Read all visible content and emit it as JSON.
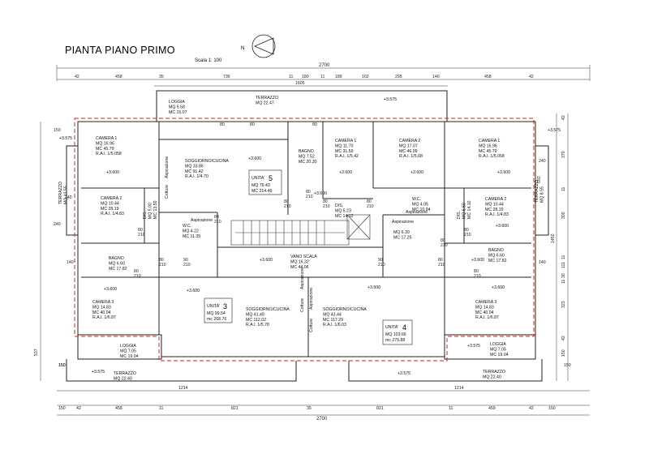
{
  "header": {
    "title": "PIANTA PIANO PRIMO",
    "scale": "Scala 1: 100",
    "north": "N"
  },
  "dimensions": {
    "top_total": "2700",
    "top_row": [
      "42",
      "458",
      "35",
      "736",
      "11",
      "180",
      "11",
      "189",
      "102",
      "295",
      "140",
      "458",
      "42"
    ],
    "top_sub": "1605",
    "left_col": [
      "150",
      "537",
      "150"
    ],
    "right_col": [
      "42",
      "370",
      "11",
      "300",
      "11",
      "111",
      "30",
      "11",
      "323",
      "42",
      "150"
    ],
    "right_total": "1450",
    "bottom_row1": [
      "150",
      "1214",
      "1214",
      "150"
    ],
    "bottom_row2": [
      "150",
      "42",
      "458",
      "11",
      "821",
      "35",
      "821",
      "11",
      "459",
      "42",
      "150"
    ],
    "bottom_total": "2700",
    "right_mid": "692",
    "left_mid": "240"
  },
  "units": [
    {
      "label": "UNITA'",
      "num": "5",
      "mq": "MQ 79.43",
      "mc": "MC 214.46"
    },
    {
      "label": "UNITA'",
      "num": "3",
      "mq": "MQ 99.54",
      "mc": "mc 268.76"
    },
    {
      "label": "UNITA'",
      "num": "4",
      "mq": "MQ 103.66",
      "mc": "mc 279.88"
    }
  ],
  "rooms": [
    {
      "id": "loggia-top",
      "lines": [
        "LOGGIA",
        "MQ 5.58",
        "MC 15.07"
      ]
    },
    {
      "id": "terrazzo-top",
      "lines": [
        "TERRAZZO",
        "MQ 22.47"
      ]
    },
    {
      "id": "camera1-left",
      "lines": [
        "CAMERA 1",
        "MQ 16.96",
        "MC 45.79",
        "R.A.I. 1/5.058"
      ]
    },
    {
      "id": "soggiorno-5",
      "lines": [
        "SOGGIORNO/CUCINA",
        "MQ 33.86",
        "MC 91.42",
        "R.A.I. 1/4.70"
      ]
    },
    {
      "id": "bagno-top",
      "lines": [
        "BAGNO",
        "MQ 7.52",
        "MC 20.30"
      ]
    },
    {
      "id": "camera1-mid",
      "lines": [
        "CAMERA 1",
        "MQ 11.70",
        "MC 31.59",
        "R.A.I. 1/5.42"
      ]
    },
    {
      "id": "camera2-mid",
      "lines": [
        "CAMERA 2",
        "MQ 17.07",
        "MC 46.09",
        "R.A.I. 1/5.08"
      ]
    },
    {
      "id": "camera1-right",
      "lines": [
        "CAMERA 1",
        "MQ 16.96",
        "MC 45.79",
        "R.A.I. 1/5.058"
      ]
    },
    {
      "id": "camera2-left",
      "lines": [
        "CAMERA 2",
        "MQ 10.44",
        "MC 28.19",
        "R.A.I. 1/4.83"
      ]
    },
    {
      "id": "dis-left",
      "lines": [
        "DIS.",
        "MQ 5.00",
        "MC 13.50"
      ]
    },
    {
      "id": "wc-left",
      "lines": [
        "W.C.",
        "MQ 4.22",
        "MC 11.39"
      ]
    },
    {
      "id": "dis-mid",
      "lines": [
        "DIS.",
        "MQ 5.23",
        "MC 14.12"
      ]
    },
    {
      "id": "wc-right",
      "lines": [
        "W.C.",
        "MQ 4.05",
        "MC 10.94"
      ]
    },
    {
      "id": "dis-right",
      "lines": [
        "DIS.",
        "MQ 5.50",
        "MC 14.10"
      ]
    },
    {
      "id": "camera2-right",
      "lines": [
        "CAMERA 2",
        "MQ 10.44",
        "MC 28.19",
        "R.A.I. 1/4.83"
      ]
    },
    {
      "id": "disimpegno",
      "lines": [
        "MQ 6.39",
        "MC 17.25"
      ]
    },
    {
      "id": "vano-scala",
      "lines": [
        "VANO SCALA",
        "MQ 16.32",
        "MC 44.06"
      ]
    },
    {
      "id": "bagno-left",
      "lines": [
        "BAGNO",
        "MQ 6.60",
        "MC 17.82"
      ]
    },
    {
      "id": "bagno-right",
      "lines": [
        "BAGNO",
        "MQ 6.60",
        "MC 17.82"
      ]
    },
    {
      "id": "soggiorno-3",
      "lines": [
        "SOGGIORNO/CUCINA",
        "MQ 41.49",
        "MC 112.02",
        "R.A.I. 1/5.78"
      ]
    },
    {
      "id": "soggiorno-4",
      "lines": [
        "SOGGIORNO/CUCINA",
        "MQ 43.44",
        "MC 117.29",
        "R.A.I. 1/6.03"
      ]
    },
    {
      "id": "camera3-left",
      "lines": [
        "CAMERA 3",
        "MQ 14.83",
        "MC 40.04",
        "R.A.I. 1/6.87"
      ]
    },
    {
      "id": "camera3-right",
      "lines": [
        "CAMERA 3",
        "MQ 14.83",
        "MC 40.04",
        "R.A.I. 1/6.87"
      ]
    },
    {
      "id": "loggia-bl",
      "lines": [
        "LOGGIA",
        "MQ 7.05",
        "MC 19.04"
      ]
    },
    {
      "id": "loggia-br",
      "lines": [
        "LOGGIA",
        "MQ 7.05",
        "MC 19.04"
      ]
    },
    {
      "id": "terrazzo-bl",
      "lines": [
        "TERRAZZO",
        "MQ 22.40"
      ]
    },
    {
      "id": "terrazzo-br",
      "lines": [
        "TERRAZZO",
        "MQ 22.40"
      ]
    },
    {
      "id": "terrazzo-left",
      "lines": [
        "TERRAZZO",
        "MQ 13.55"
      ]
    },
    {
      "id": "terrazzo-right",
      "lines": [
        "TERRAZZO",
        "MQ 8.55"
      ]
    }
  ],
  "notes": {
    "cotture": "Cotture",
    "aspirazione": "Aspirazione",
    "level_plus": "+3.600",
    "level_575": "+3.575",
    "door_80": "80",
    "door_90": "90",
    "door_210": "210",
    "door_240": "240",
    "door_140": "140"
  },
  "colors": {
    "line": "#222222",
    "boundary": "#cc2222",
    "grey": "#555555"
  }
}
